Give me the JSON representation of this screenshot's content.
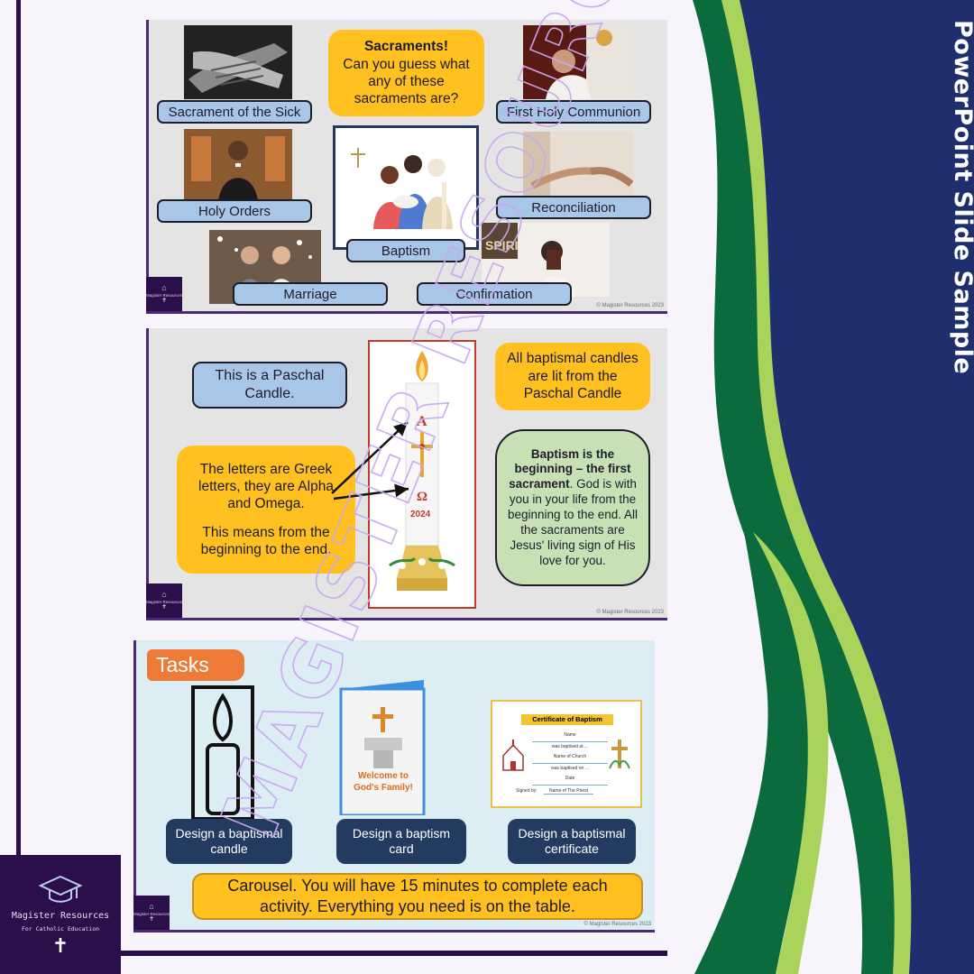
{
  "side_title": "PowerPoint Slide Sample",
  "colors": {
    "navy": "#1f2f6e",
    "green_dark": "#0c6b3c",
    "green_light": "#a9d35a",
    "purple": "#2a0f4a",
    "yellow": "#ffc020",
    "blue_label": "#a8c6e8",
    "orange": "#ee7b35"
  },
  "brand": {
    "name": "Magister Resources",
    "tagline": "For Catholic Education",
    "cross": "✝",
    "icon": "graduation-cap-icon"
  },
  "slide1": {
    "question_title": "Sacraments!",
    "question_text": "Can you guess what any of these sacraments are?",
    "labels": {
      "sick": "Sacrament of the Sick",
      "communion": "First Holy Communion",
      "orders": "Holy Orders",
      "reconciliation": "Reconciliation",
      "baptism": "Baptism",
      "marriage": "Marriage",
      "confirmation": "Confirmation"
    },
    "copyright": "© Magister Resources 2023"
  },
  "slide2": {
    "paschal": "This is a Paschal Candle.",
    "lit": "All baptismal candles are lit from the Paschal Candle",
    "greek_1": "The letters are Greek letters, they are Alpha and Omega.",
    "greek_2": "This means from the beginning to the end.",
    "green_bold": "Baptism is the beginning – the first sacrament",
    "green_rest": ". God is with you in your life from the beginning to the end. All the sacraments are Jesus' living sign of His love for you.",
    "candle_alpha": "A",
    "candle_omega": "Ω",
    "candle_year": "2024",
    "copyright": "© Magister Resources 2023"
  },
  "slide3": {
    "header": "Tasks",
    "task_candle": "Design a baptismal candle",
    "task_card": "Design a baptism card",
    "task_certificate": "Design a baptismal certificate",
    "card_text": "Welcome to God's Family!",
    "cert_title": "Certificate of Baptism",
    "cert_lines": [
      "Name",
      "was baptised at ...",
      "Name of Church",
      "was baptised on ...",
      "Date"
    ],
    "cert_signed_label": "Signed by:",
    "cert_signed_value": "Name of The Priest",
    "carousel_line1": "Carousel.  You will have 15 minutes to complete each",
    "carousel_line2": "activity. Everything you need is on the table.",
    "copyright": "© Magister Resources 2023"
  },
  "watermark_text": "MAGISTER RESOURCES"
}
